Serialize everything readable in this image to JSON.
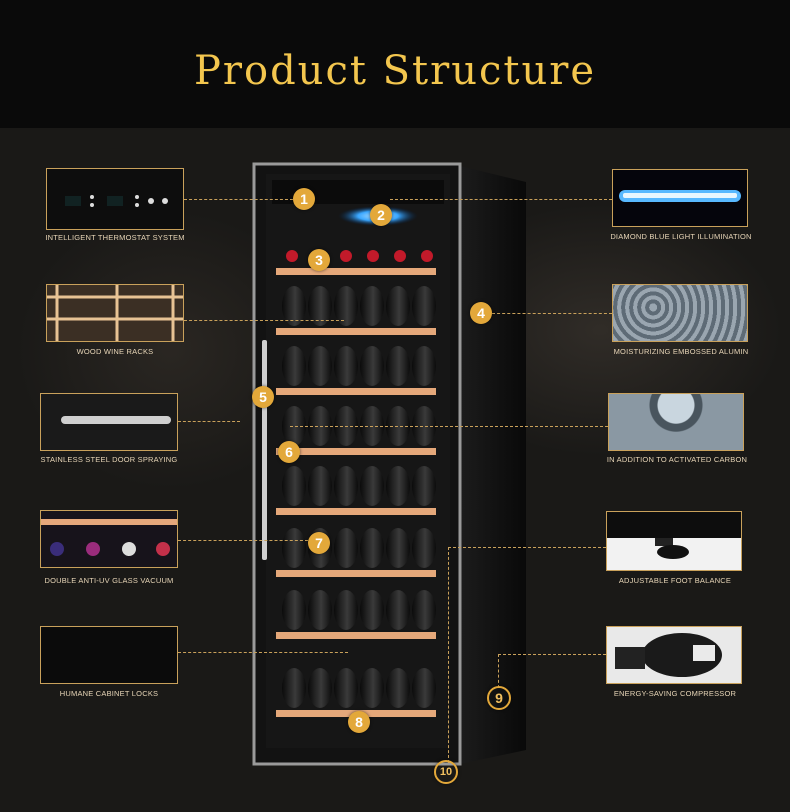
{
  "title": "Product Structure",
  "features": {
    "f1": "INTELLIGENT THERMOSTAT SYSTEM",
    "f2": "DIAMOND BLUE LIGHT ILLUMINATION",
    "f3": "WOOD WINE RACKS",
    "f4": "MOISTURIZING EMBOSSED ALUMIN",
    "f5": "STAINLESS STEEL DOOR SPRAYING",
    "f6": "IN ADDITION TO ACTIVATED CARBON",
    "f7": "DOUBLE ANTI-UV GLASS VACUUM",
    "f8": "ADJUSTABLE FOOT BALANCE",
    "f9": "HUMANE CABINET LOCKS",
    "f10": "ENERGY-SAVING COMPRESSOR"
  },
  "markers": [
    "1",
    "2",
    "3",
    "4",
    "5",
    "6",
    "7",
    "8",
    "9",
    "10"
  ],
  "colors": {
    "accent": "#e3a83a",
    "title": "#f3c64e",
    "caption": "#e7d5b7"
  }
}
